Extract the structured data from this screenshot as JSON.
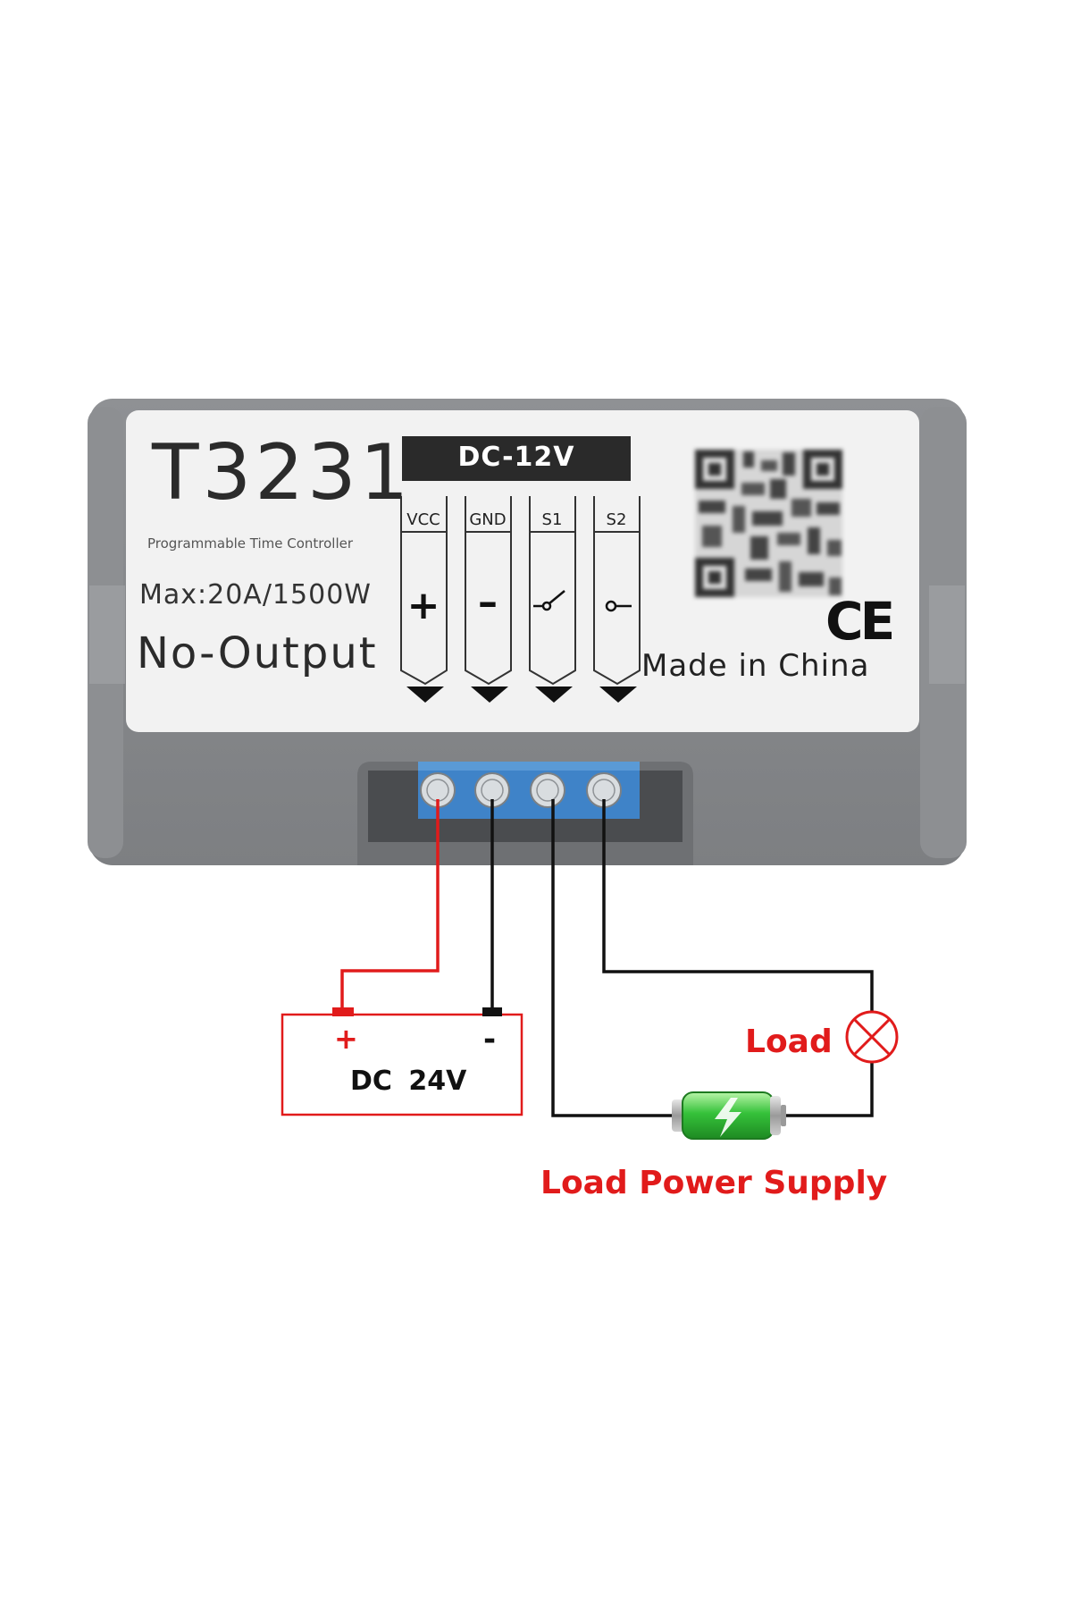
{
  "device": {
    "model": "T3231",
    "subtitle": "Programmable Time Controller",
    "max_rating": "Max:20A/1500W",
    "output_mode": "No-Output",
    "supply_voltage": "DC-12V",
    "made_in": "Made in China",
    "ce_mark": "CE",
    "terminals": [
      {
        "label": "VCC",
        "symbol": "+"
      },
      {
        "label": "GND",
        "symbol": "–"
      },
      {
        "label": "S1",
        "symbol": "switch-icon"
      },
      {
        "label": "S2",
        "symbol": "contact-icon"
      }
    ]
  },
  "power_supply": {
    "plus": "+",
    "minus": "-",
    "voltage": "DC  24V"
  },
  "load": {
    "label": "Load",
    "icon": "lamp-icon"
  },
  "load_power_supply": {
    "label": "Load Power Supply",
    "icon": "battery-icon"
  },
  "colors": {
    "housing": "#8a8c8f",
    "label_panel": "#f2f2f2",
    "terminal_block": "#3f83c8",
    "positive_wire": "#e11b1b",
    "wire": "#111111",
    "battery": "#3cc63c"
  }
}
